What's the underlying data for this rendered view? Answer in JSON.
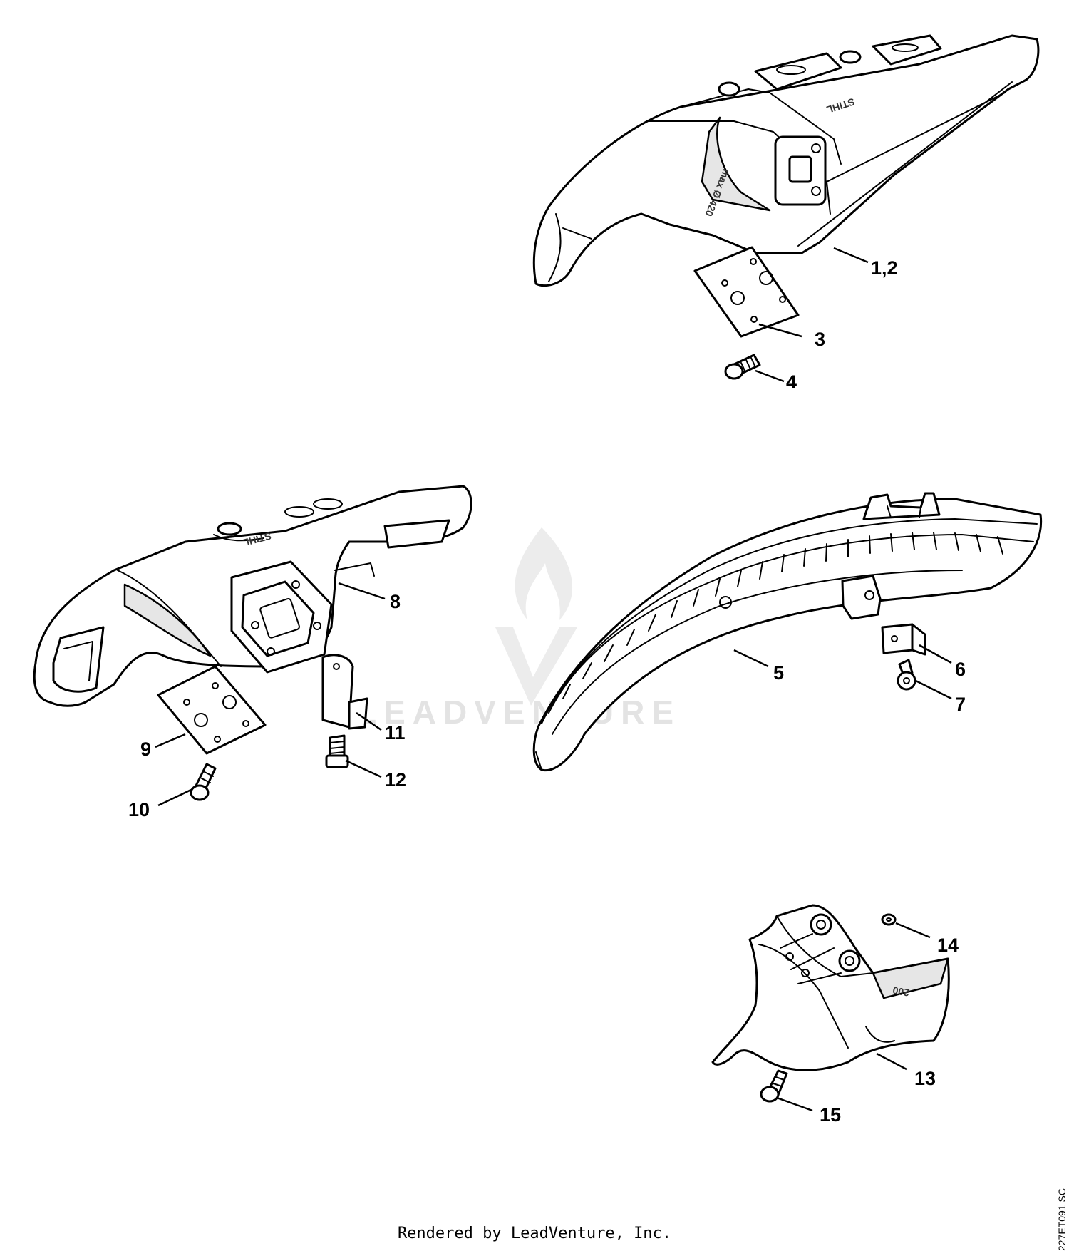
{
  "callouts": {
    "c1": "1,2",
    "c3": "3",
    "c4": "4",
    "c5": "5",
    "c6": "6",
    "c7": "7",
    "c8": "8",
    "c9": "9",
    "c10": "10",
    "c11": "11",
    "c12": "12",
    "c13": "13",
    "c14": "14",
    "c15": "15"
  },
  "part_markings": {
    "brand_top": "STIHL",
    "brand_left": "STIHL",
    "size_mark": "max Ø 420",
    "deflector_mark": "200"
  },
  "watermark": {
    "word": "LEADVENTURE",
    "color": "#e3e3e3"
  },
  "drawing_code": "227ET091 SC",
  "footer": "Rendered by LeadVenture, Inc."
}
